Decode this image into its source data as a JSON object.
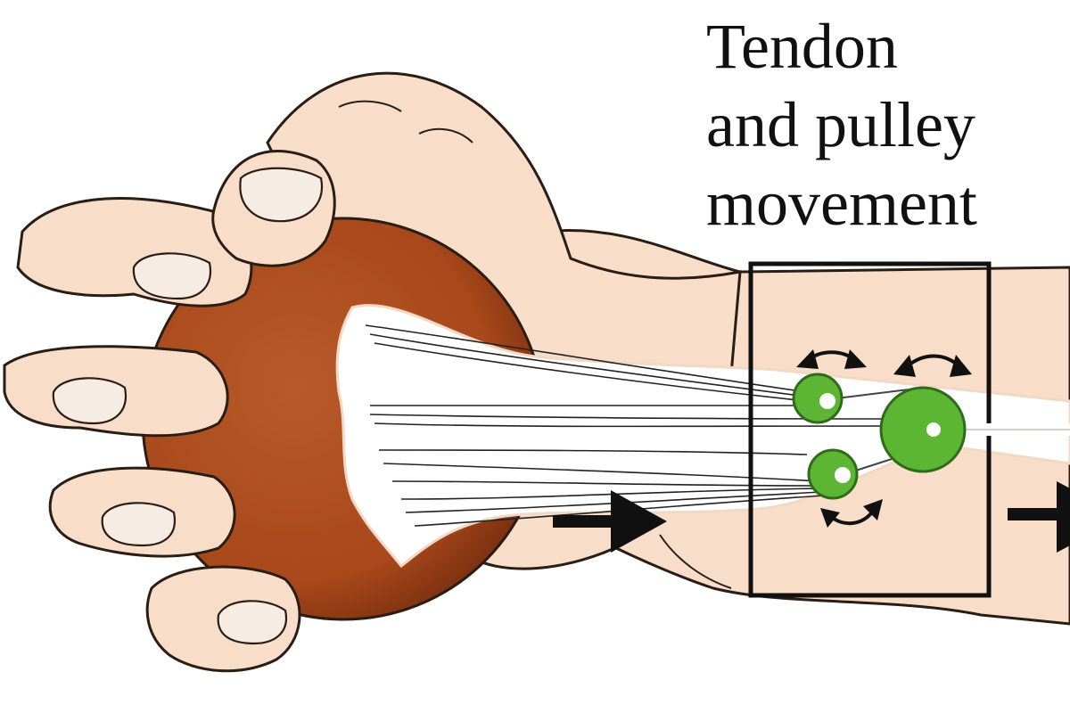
{
  "label": {
    "lines": [
      "Tendon",
      "and pulley",
      "movement"
    ]
  },
  "colors": {
    "skin": "#f8dec8",
    "skin_shade": "#e9c4a6",
    "outline": "#2a1d16",
    "ball": "#a8481b",
    "ball_dark": "#7b3010",
    "tendon": "#ffffff",
    "pulley": "#5cb634",
    "arrow": "#111111"
  },
  "icons": [
    "right-arrow-icon",
    "curved-double-arrow-icon"
  ]
}
